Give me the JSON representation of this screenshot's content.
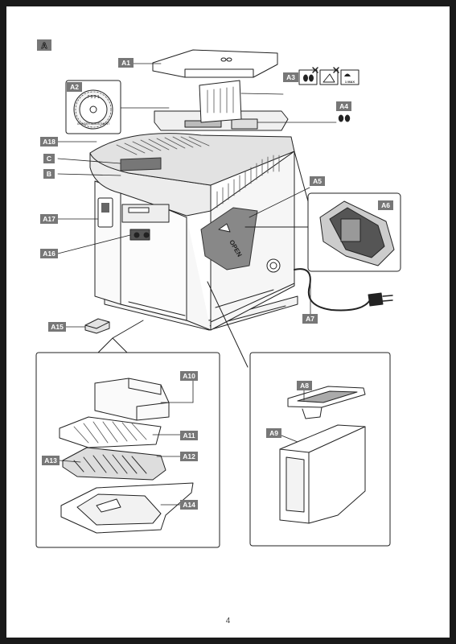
{
  "section_label": "A",
  "page_number": "4",
  "callouts": [
    "A1",
    "A2",
    "A3",
    "A4",
    "A5",
    "A6",
    "A7",
    "A8",
    "A9",
    "A10",
    "A11",
    "A12",
    "A13",
    "A14",
    "A15",
    "A16",
    "A17",
    "A18",
    "B",
    "C"
  ],
  "dial_text": {
    "numbers": "7 5 3 1",
    "caption": "GRINDER ADJUSTMENT"
  },
  "a3_icon_text": "1 MAX",
  "panel_word": "OPEN"
}
